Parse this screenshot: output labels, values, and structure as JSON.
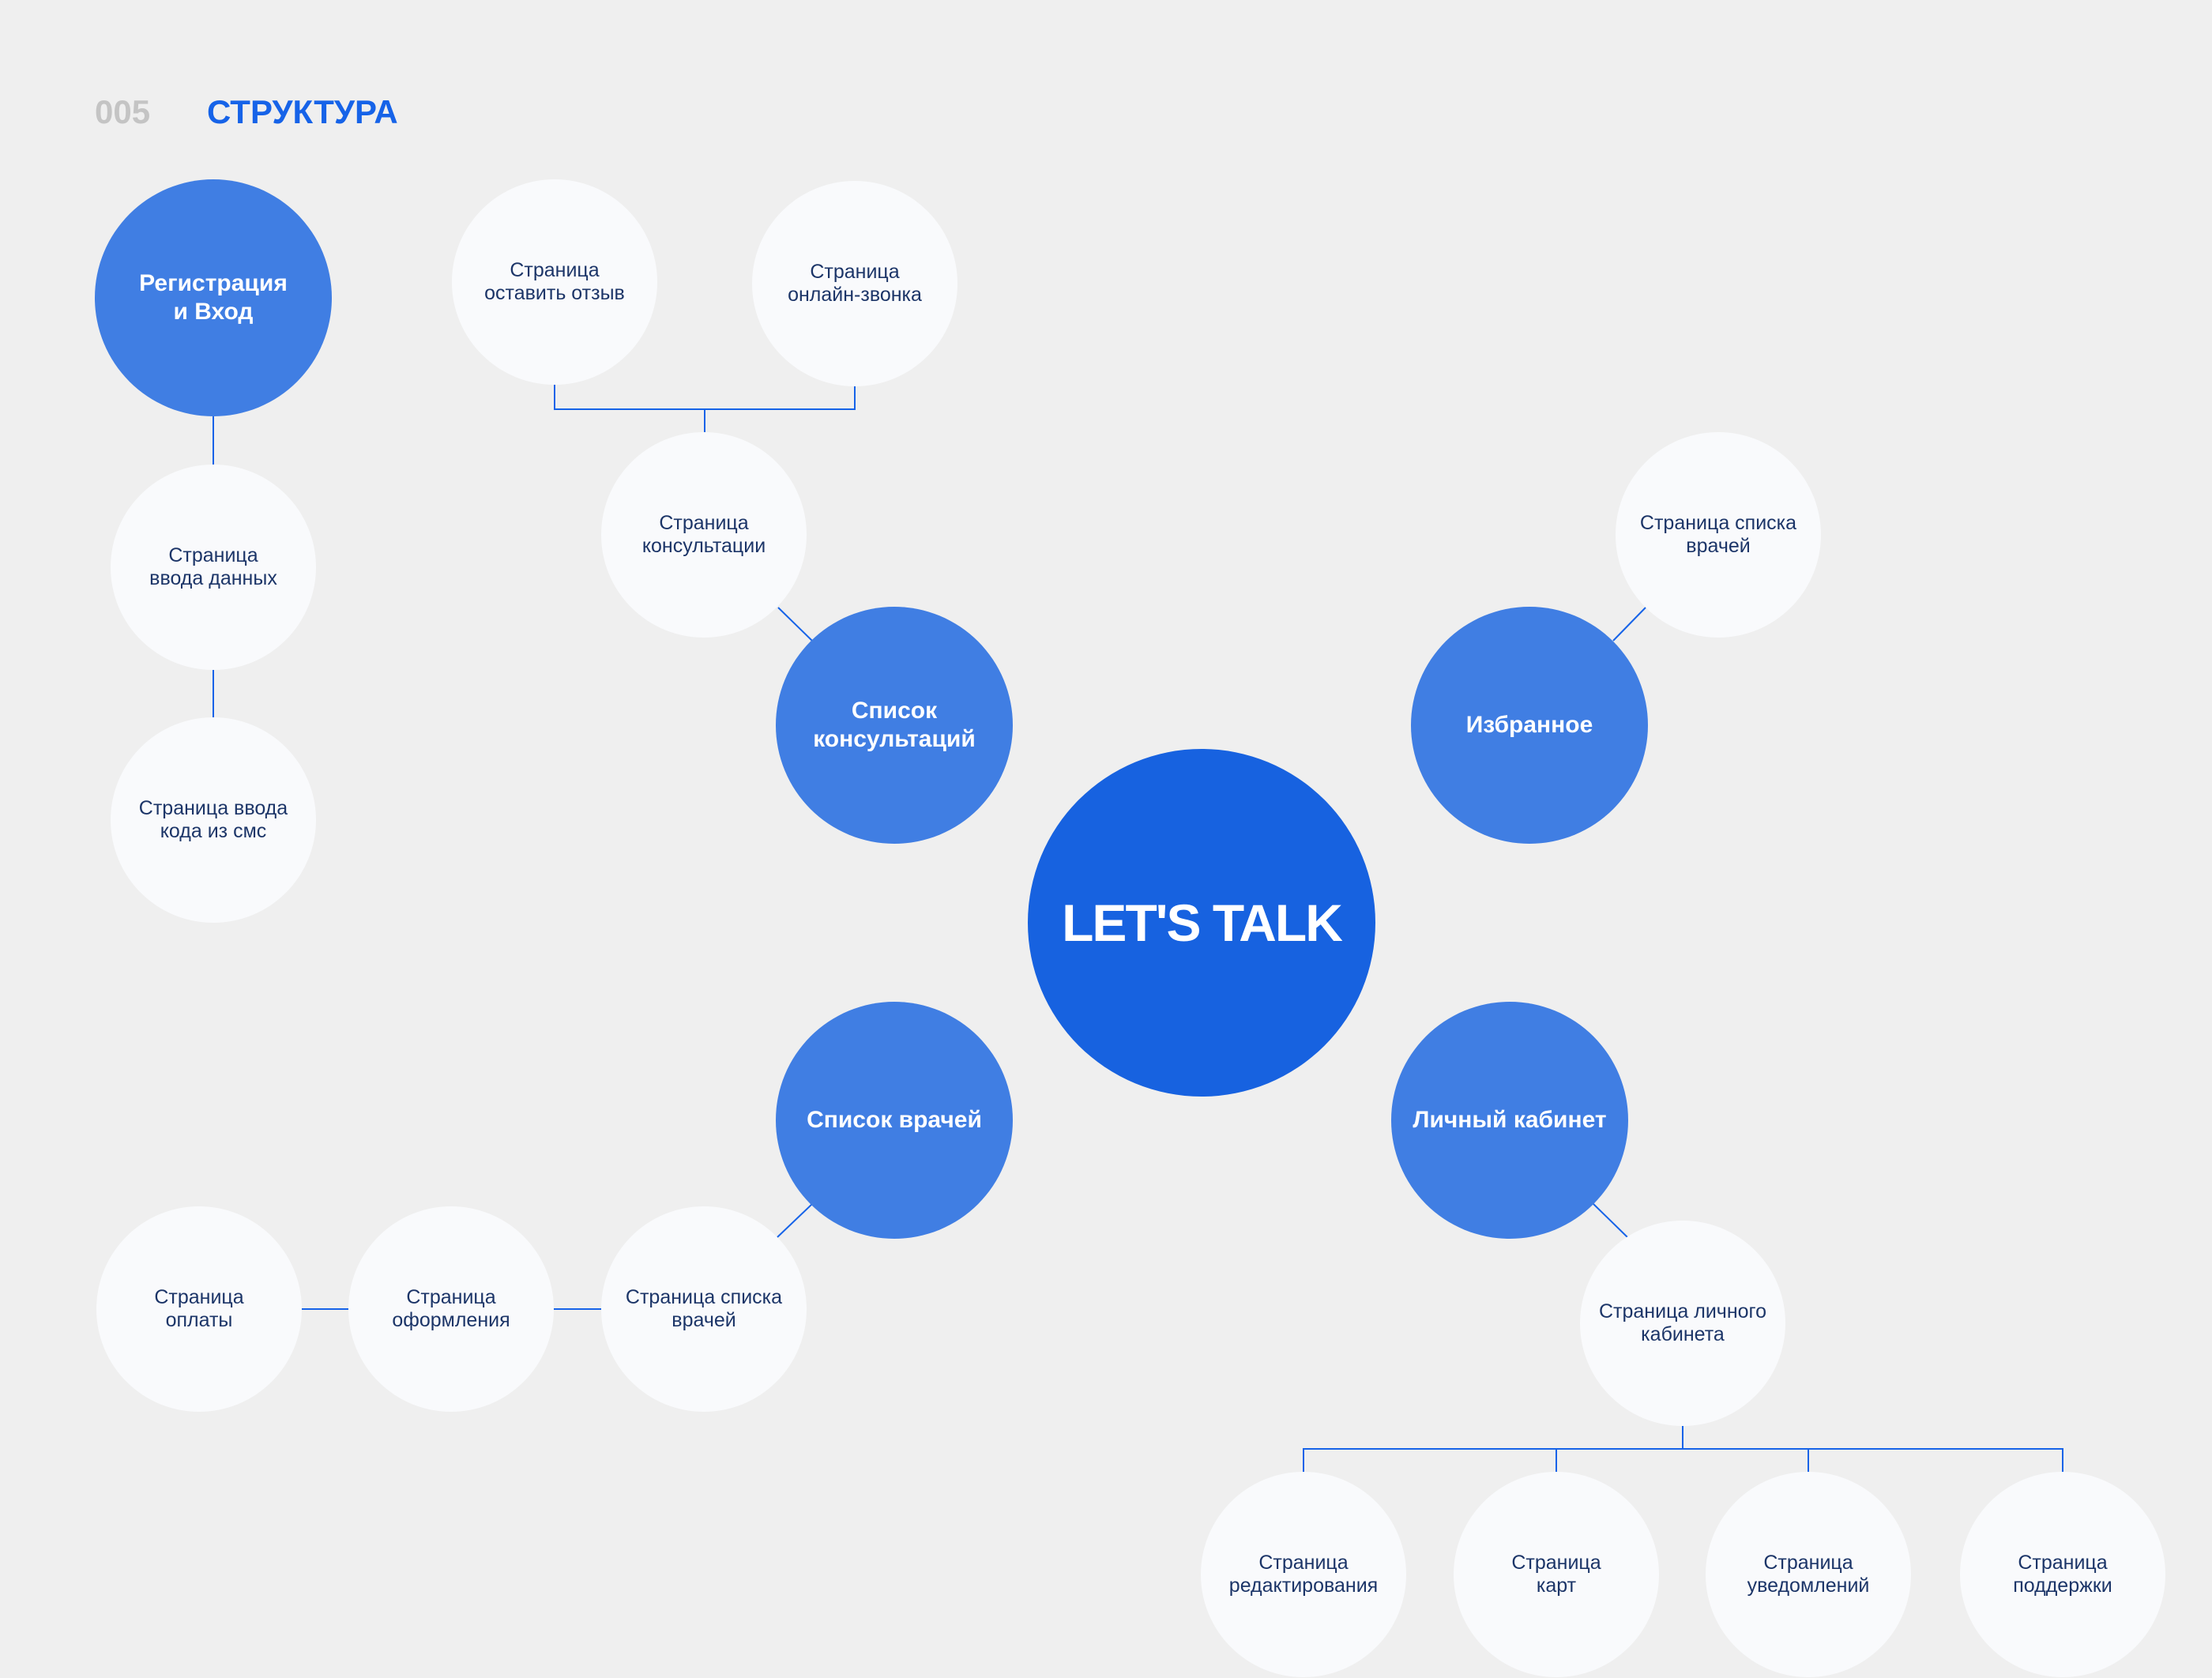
{
  "header": {
    "number": "005",
    "title": "СТРУКТУРА"
  },
  "center": {
    "label": "LET'S TALK"
  },
  "sections": {
    "registration": "Регистрация\nи Вход",
    "consultations": "Список\nконсультаций",
    "favorites": "Избранное",
    "doctors": "Список врачей",
    "account": "Личный кабинет"
  },
  "pages": {
    "data_entry": "Страница\nввода данных",
    "sms_code": "Страница ввода\nкода из смс",
    "review": "Страница\nоставить отзыв",
    "online_call": "Страница\nонлайн-звонка",
    "consultation": "Страница\nконсультации",
    "fav_doctors_list": "Страница списка\nврачей",
    "doctors_list": "Страница списка\nврачей",
    "checkout": "Страница\nоформления",
    "payment": "Страница\nоплаты",
    "account_page": "Страница личного\nкабинета",
    "edit": "Страница\nредактирования",
    "cards": "Страница\nкарт",
    "notifications": "Страница\nуведомлений",
    "support": "Страница\nподдержки"
  },
  "colors": {
    "background": "#efefef",
    "accent": "#1663e8",
    "section": "#407ee3",
    "core": "#1762e0",
    "page": "#f9fafc",
    "text": "#1c3568",
    "line": "#1663e8"
  }
}
